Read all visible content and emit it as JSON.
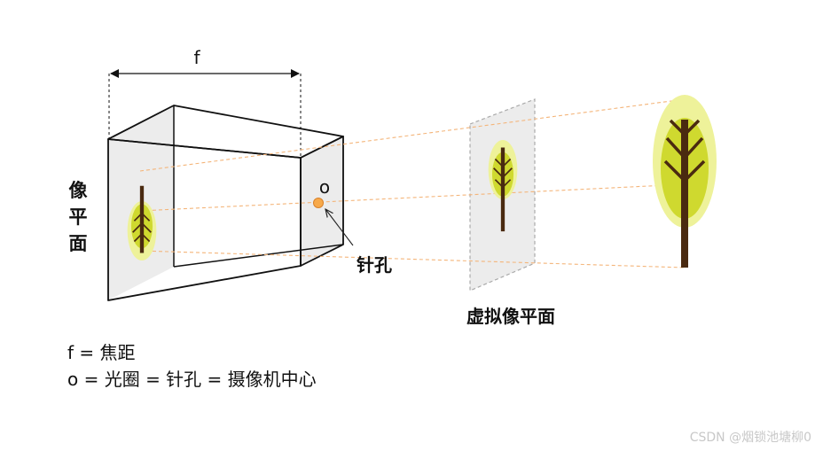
{
  "focal_length_label": "f",
  "image_plane_label": [
    "像",
    "平",
    "面"
  ],
  "aperture_label": "o",
  "pinhole_label": "针孔",
  "virtual_image_plane_label": "虚拟像平面",
  "legend": {
    "line_1": "f  = 焦距",
    "line_2": "o = 光圈 = 针孔 = 摄像机中心"
  },
  "watermark": "CSDN @烟锁池塘柳0",
  "colors": {
    "dashed_ray": "#f4b57a",
    "pinhole_fill": "#f7a94a",
    "box_face": "#eeeeee",
    "tree_foliage_outer": "#eef29a",
    "tree_foliage_inner": "#cfd92f",
    "tree_trunk": "#4a2a10"
  },
  "icons": [
    "tree-icon"
  ]
}
